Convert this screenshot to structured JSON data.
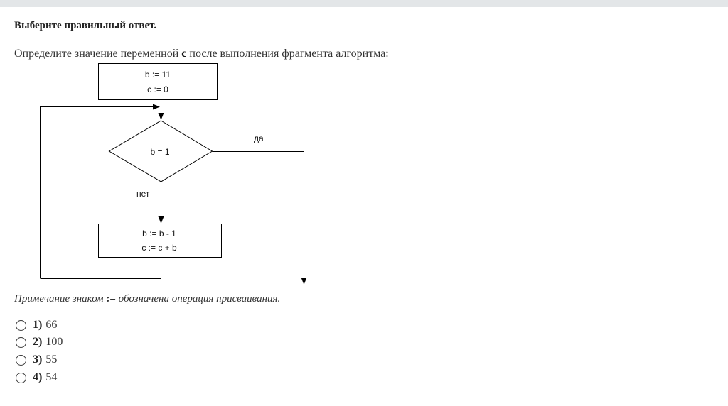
{
  "title": "Выберите правильный ответ.",
  "question": {
    "before": "Определите значение переменной ",
    "var": "c",
    "after": " после выполнения фрагмента алгоритма:"
  },
  "flowchart": {
    "init": [
      "b := 11",
      "c := 0"
    ],
    "condition": "b = 1",
    "yes": "да",
    "no": "нет",
    "body": [
      "b := b - 1",
      "c := c + b"
    ]
  },
  "note": {
    "before": "Примечание знаком ",
    "op": ":=",
    "after": " обозначена операция присваивания."
  },
  "options": [
    {
      "num": "1)",
      "value": "66"
    },
    {
      "num": "2)",
      "value": "100"
    },
    {
      "num": "3)",
      "value": "55"
    },
    {
      "num": "4)",
      "value": "54"
    }
  ]
}
